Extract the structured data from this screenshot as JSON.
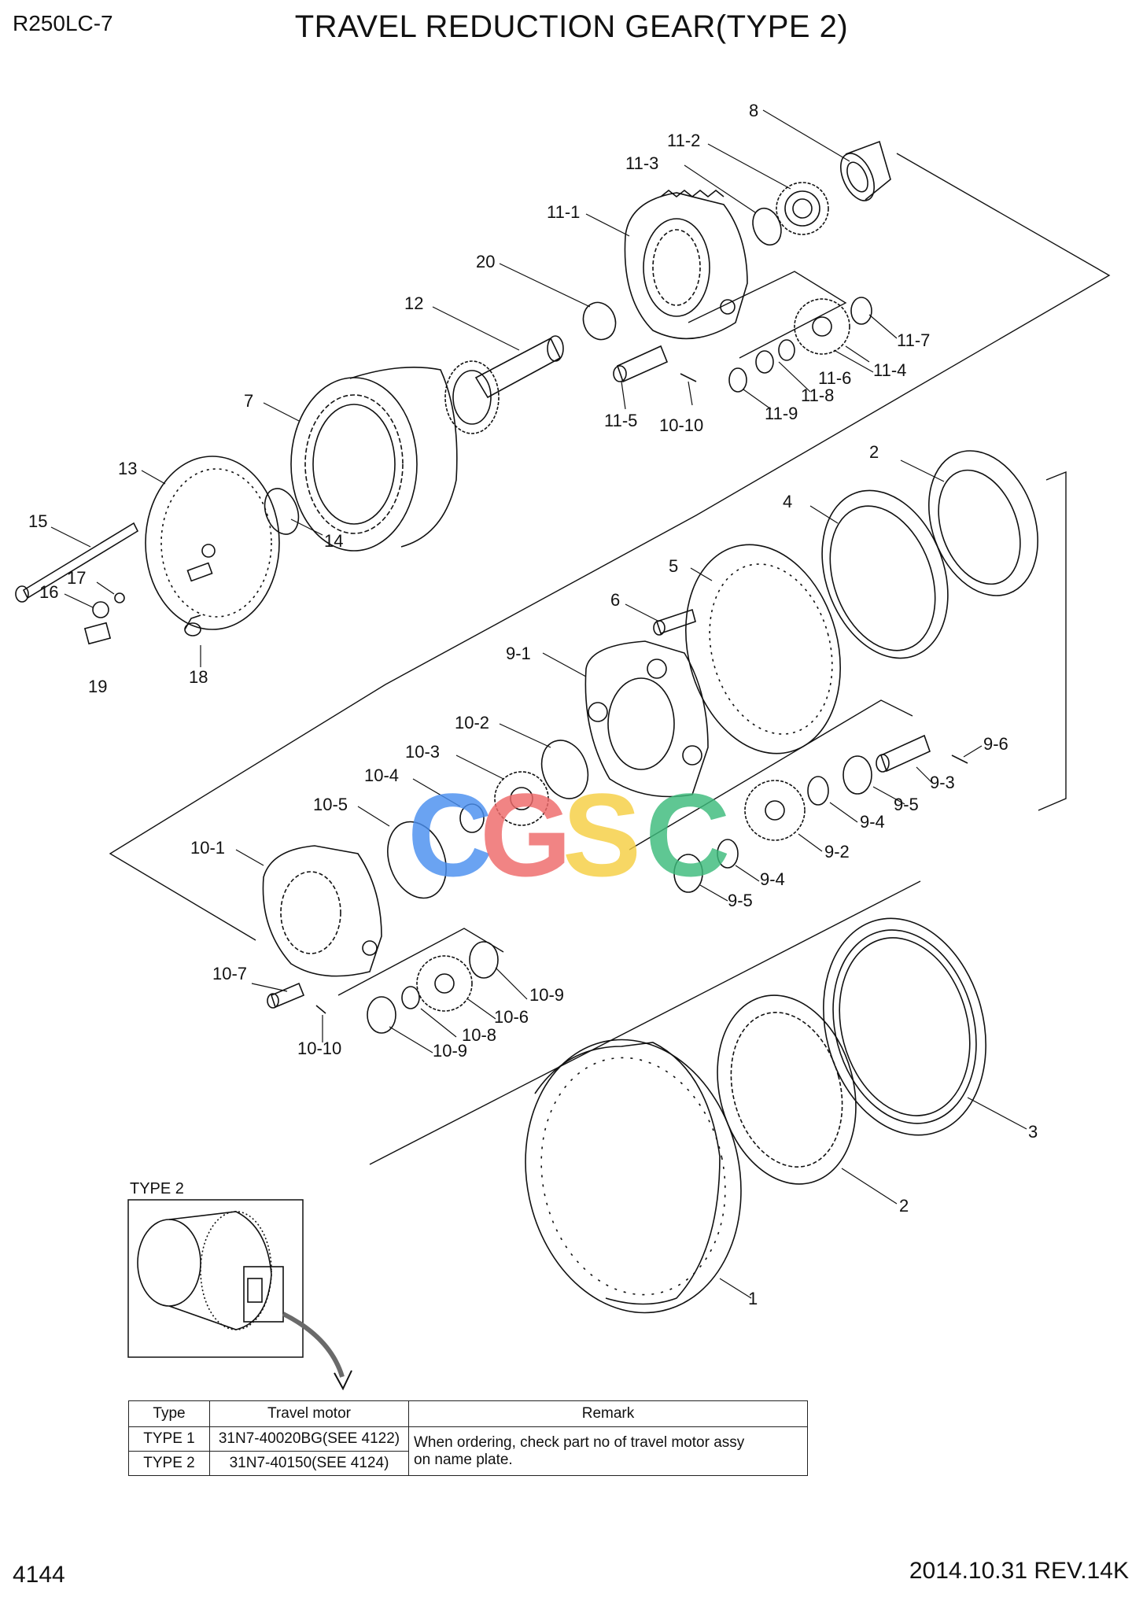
{
  "header": {
    "model": "R250LC-7",
    "title": "TRAVEL REDUCTION GEAR(TYPE 2)"
  },
  "callouts": {
    "c8": "8",
    "c11_2": "11-2",
    "c11_3": "11-3",
    "c11_1": "11-1",
    "c20": "20",
    "c12": "12",
    "c7": "7",
    "c13": "13",
    "c15": "15",
    "c14": "14",
    "c17": "17",
    "c16": "16",
    "c19": "19",
    "c18": "18",
    "c11_7": "11-7",
    "c11_6": "11-6",
    "c11_4": "11-4",
    "c11_8": "11-8",
    "c11_9": "11-9",
    "c11_5": "11-5",
    "c10_10a": "10-10",
    "c2a": "2",
    "c4": "4",
    "c5": "5",
    "c6": "6",
    "c9_1": "9-1",
    "c10_2": "10-2",
    "c10_3": "10-3",
    "c10_4": "10-4",
    "c10_5": "10-5",
    "c10_1": "10-1",
    "c9_6": "9-6",
    "c9_3": "9-3",
    "c9_5a": "9-5",
    "c9_4a": "9-4",
    "c9_2": "9-2",
    "c9_4b": "9-4",
    "c9_5b": "9-5",
    "c10_7": "10-7",
    "c10_10b": "10-10",
    "c10_9a": "10-9",
    "c10_6": "10-6",
    "c10_8": "10-8",
    "c10_9b": "10-9",
    "c3": "3",
    "c2b": "2",
    "c1": "1"
  },
  "inset": {
    "label": "TYPE 2"
  },
  "table": {
    "headers": [
      "Type",
      "Travel motor",
      "Remark"
    ],
    "rows": [
      {
        "type": "TYPE 1",
        "motor": "31N7-40020BG(SEE 4122)"
      },
      {
        "type": "TYPE 2",
        "motor": "31N7-40150(SEE 4124)"
      }
    ],
    "remark_line1": "When ordering, check part no of travel motor assy",
    "remark_line2": "on name plate."
  },
  "watermark": {
    "letters": [
      "C",
      "G",
      "S",
      "C"
    ],
    "colors": [
      "#4a8ff0",
      "#ef6a6a",
      "#f6cf43",
      "#3dbb7c"
    ]
  },
  "footer": {
    "page": "4144",
    "revision": "2014.10.31  REV.14K"
  }
}
